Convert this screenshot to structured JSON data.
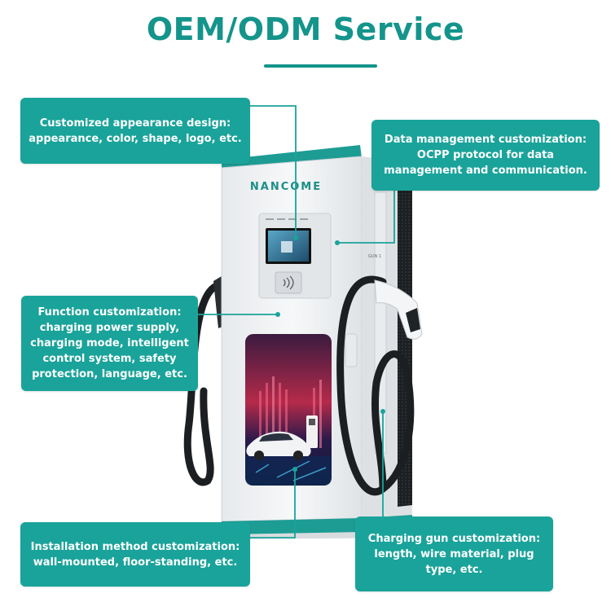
{
  "header": {
    "title": "OEM/ODM Service"
  },
  "colors": {
    "accent": "#1aa39a",
    "title": "#14948b",
    "charger_body": "#eef0f1",
    "charger_trim": "#1d9c94",
    "cable": "#1c1f22"
  },
  "product": {
    "brand": "NANCOME",
    "side_label": "GUN 1"
  },
  "callouts": {
    "appearance": "Customized appearance design:\nappearance, color, shape, logo, etc.",
    "data": "Data management customization:\nOCPP protocol for data\nmanagement and communication.",
    "function": "Function customization:\ncharging power supply,\ncharging mode, intelligent\ncontrol system, safety\nprotection, language, etc.",
    "install": "Installation method customization:\nwall-mounted, floor-standing, etc.",
    "gun": "Charging gun customization:\nlength, wire material, plug\ntype, etc."
  },
  "icons": [
    "nfc-card-icon",
    "ev-car-icon"
  ]
}
